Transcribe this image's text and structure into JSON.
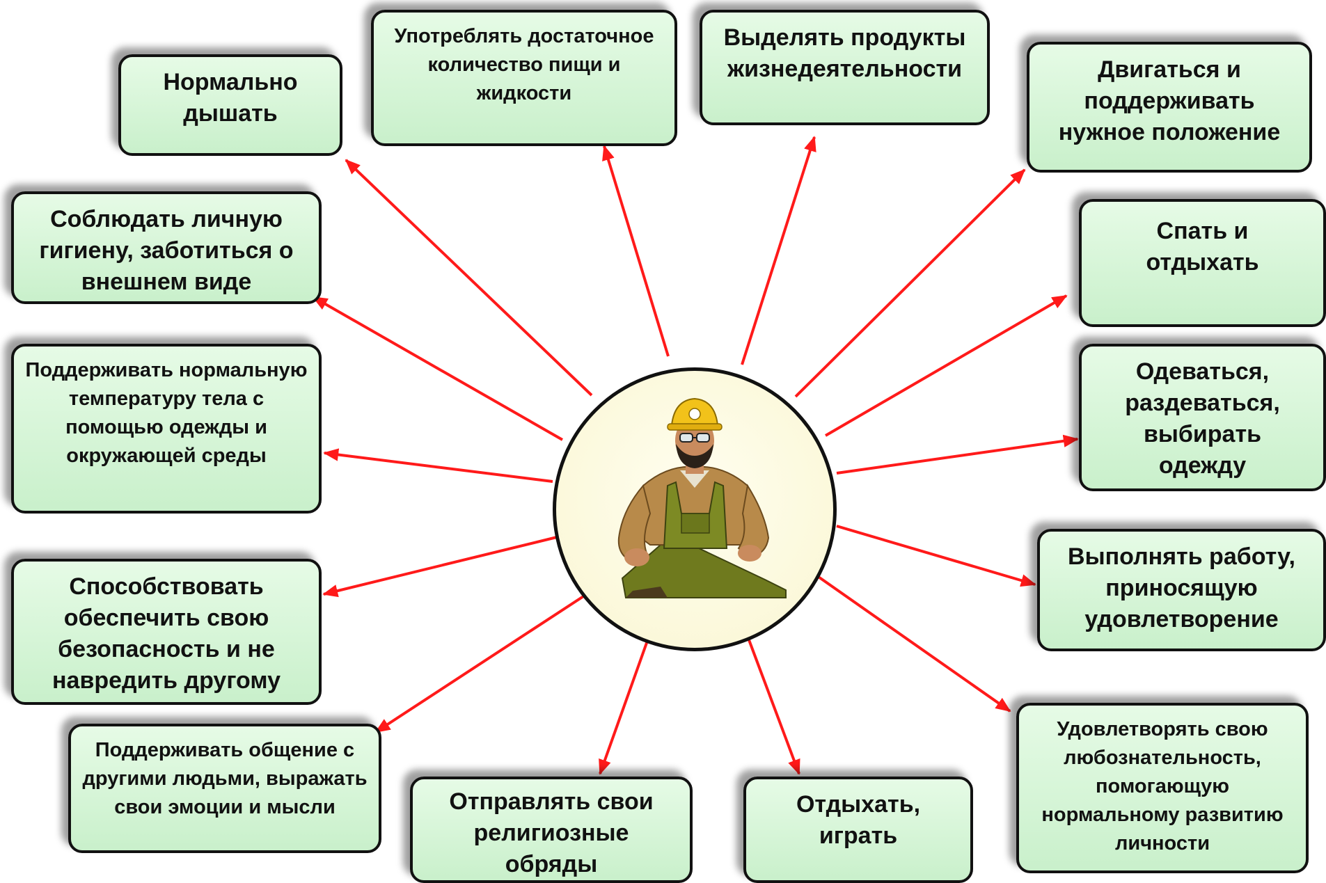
{
  "nodes": {
    "breathe": "Нормально дышать",
    "eat": "Употреблять достаточное количество пищи и жидкости",
    "excrete": "Выделять продукты жизнедеятельности",
    "move": "Двигаться и поддерживать нужное положение",
    "sleep": "Спать и отдыхать",
    "dress": "Одеваться, раздеваться, выбирать одежду",
    "work": "Выполнять работу, приносящую удовлетворение",
    "curiosity": "Удовлетворять свою любознательность, помогающую нормальному развитию личности",
    "play": "Отдыхать, играть",
    "religion": "Отправлять свои религиозные обряды",
    "communicate": "Поддерживать общение с другими людьми, выражать свои эмоции и мысли",
    "safety": "Способствовать обеспечить свою безопасность и не навредить другому",
    "temperature": "Поддерживать нормальную температуру тела с помощью одежды и окружающей среды",
    "hygiene": "Соблюдать личную гигиену, заботиться о внешнем виде"
  },
  "colors": {
    "arrow": "#ff1a1a",
    "box_fill": "#d4f5d5",
    "box_border": "#111111",
    "center_fill": "#fbf8d9"
  },
  "center_icon": "worker-in-hard-hat-icon"
}
